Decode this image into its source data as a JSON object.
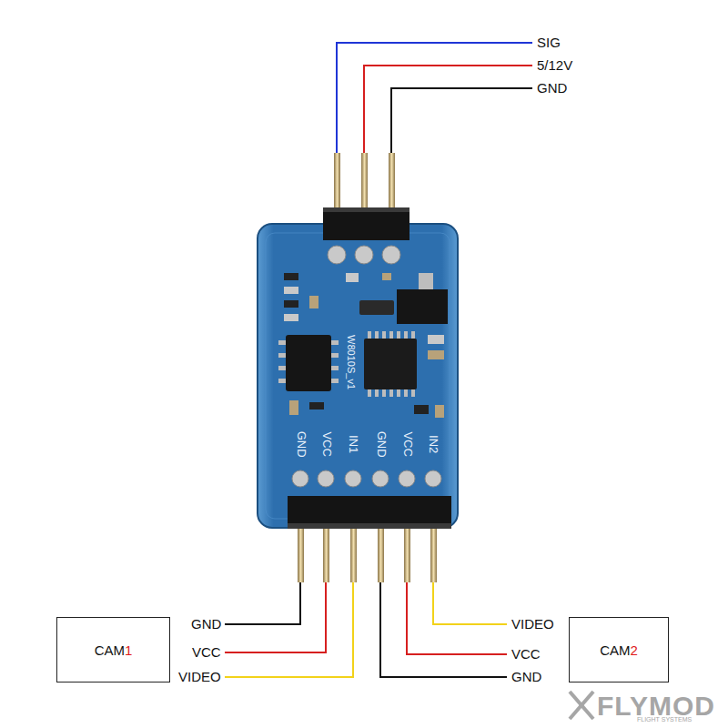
{
  "diagram": {
    "nodes": [
      {
        "text": [
          "CAM1"
        ]
      },
      {
        "text": [
          "CAM2"
        ]
      }
    ],
    "labels": [
      "SIG",
      "5/12V",
      "GND",
      "W8010S_v1",
      "GND",
      "VCC",
      "IN1",
      "GND",
      "VCC",
      "IN2",
      "GND",
      "VCC",
      "VIDEO",
      "VIDEO",
      "VCC",
      "GND",
      "FLYMOD",
      "FLIGHT SYSTEMS"
    ]
  }
}
